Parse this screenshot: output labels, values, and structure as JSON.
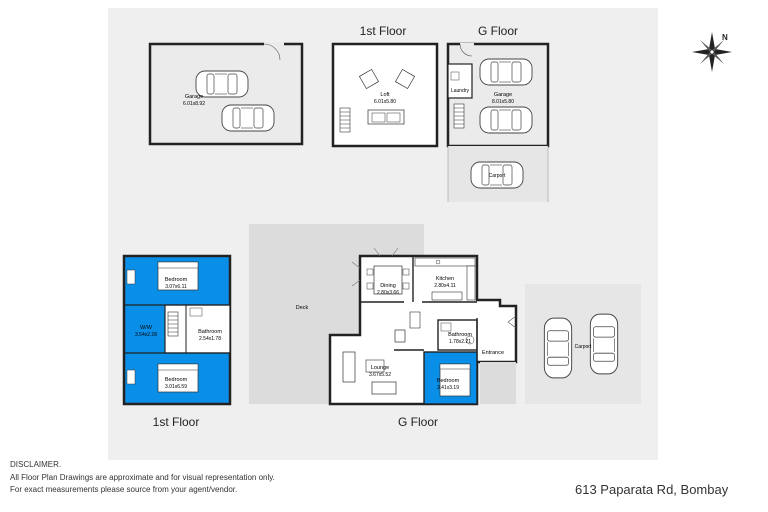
{
  "headings": {
    "top_first_floor": "1st Floor",
    "top_ground_floor": "G Floor",
    "bottom_first_floor": "1st Floor",
    "bottom_ground_floor": "G Floor"
  },
  "rooms": {
    "garage_left": {
      "name": "Garage",
      "dims": "6.01x8.92"
    },
    "loft": {
      "name": "Loft",
      "dims": "6.01x5.80"
    },
    "laundry": {
      "name": "Laundry"
    },
    "garage_right": {
      "name": "Garage",
      "dims": "8.01x5.80"
    },
    "carport_top": {
      "name": "Carport"
    },
    "bedroom1": {
      "name": "Bedroom",
      "dims": "3.07x6.11"
    },
    "wiw": {
      "name": "W/W",
      "dims": "3.54x2.28"
    },
    "bathroom_upper": {
      "name": "Bathroom",
      "dims": "2.54x1.78"
    },
    "bedroom2": {
      "name": "Bedroom",
      "dims": "3.01x6.59"
    },
    "deck": {
      "name": "Deck"
    },
    "dining": {
      "name": "Dining",
      "dims": "2.80x3.66"
    },
    "kitchen": {
      "name": "Kitchen",
      "dims": "2.80x4.11"
    },
    "bathroom_ground": {
      "name": "Bathroom",
      "dims": "1.78x2.21"
    },
    "entrance": {
      "name": "Entrance"
    },
    "lounge": {
      "name": "Lounge",
      "dims": "3.67x5.52"
    },
    "bedroom_ground": {
      "name": "Bedroom",
      "dims": "3.41x3.19"
    },
    "carport_right": {
      "name": "Carport"
    }
  },
  "disclaimer": {
    "title": "DISCLAIMER.",
    "line1": "All Floor Plan Drawings are approximate and for visual representation only.",
    "line2": "For exact measurements please source from your agent/vendor."
  },
  "address": "613 Paparata Rd, Bombay",
  "compass": {
    "label": "N",
    "icon": "compass-rose-icon"
  },
  "colors": {
    "bedroom_fill": "#0a8fe8",
    "paved_fill": "#e8e8e8",
    "wall": "#222222"
  }
}
